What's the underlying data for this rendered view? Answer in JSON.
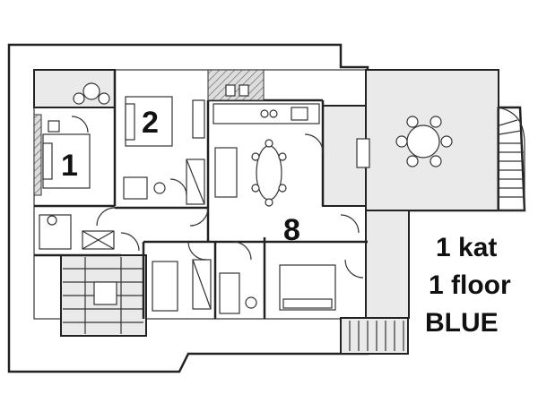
{
  "rooms": [
    {
      "id": "room-1",
      "label": "1"
    },
    {
      "id": "room-2",
      "label": "2"
    },
    {
      "id": "room-8",
      "label": "8"
    }
  ],
  "legend": {
    "line1": "1 kat",
    "line2": "1 floor",
    "line3": "BLUE"
  },
  "colors": {
    "wall": "#222222",
    "shade": "#eaeaea",
    "text": "#111111"
  }
}
